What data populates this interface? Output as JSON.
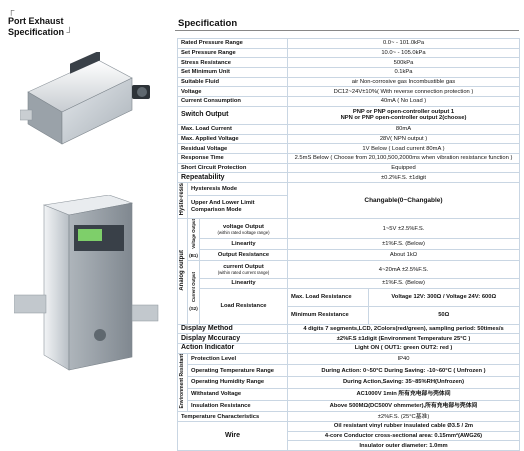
{
  "header": {
    "corner_mark": "┌",
    "title_line1": "Port Exhaust",
    "title_line2": "Specification",
    "title_corner": "┘",
    "spec_heading": "Specification"
  },
  "specs": {
    "rated_pressure": {
      "label": "Rated Pressure Range",
      "value": "0.0~ - 101.0kPa"
    },
    "set_pressure": {
      "label": "Set Pressure Range",
      "value": "10.0~ - 105.0kPa"
    },
    "stress_resistance": {
      "label": "Stress Resistance",
      "value": "500kPa"
    },
    "set_min_unit": {
      "label": "Set Minimum Unit",
      "value": "0.1kPa"
    },
    "fluid": {
      "label": "Suitable Fluid",
      "value": "air   Non-corrosive gas   Incombustible gas"
    },
    "voltage": {
      "label": "Voltage",
      "value": "DC12~24V±10%( With reverse connection protection )"
    },
    "current": {
      "label": "Current Consumption",
      "value": "40mA ( No Load )"
    },
    "switch_output": {
      "label": "Switch Output",
      "type_value": "PNP or PNP open-controller output 1\nNPN or PNP open-controller output 2(choose)",
      "max_load_current": {
        "label": "Max. Load Current",
        "value": "80mA"
      },
      "max_applied_voltage": {
        "label": "Max. Applied Voltage",
        "value": "28V( NPN output )"
      },
      "residual_voltage": {
        "label": "Residual Voltage",
        "value": "1V Below ( Load current 80mA )"
      },
      "response_time": {
        "label": "Response Time",
        "value": "2.5mS Below ( Choose from 20,100,500,2000ms when vibration resistance function )"
      },
      "short_circuit": {
        "label": "Short Circuit Protection",
        "value": "Equipped"
      }
    },
    "repeatability": {
      "label": "Repeatability",
      "value": "±0.2%F.S. ±1digit"
    },
    "hysteresis": {
      "group_label": "Hyste-resis",
      "mode_label": "Hysteresis Mode",
      "comparison_label": "Upper And Lower Limit Comparison Mode",
      "value": "Changable(0~Changable)"
    },
    "analog_output": {
      "group_label": "Analog output",
      "voltage_group": "Voltage Output",
      "current_group": "Current Output",
      "voltage_code": "(B1)",
      "current_code": "(S2)",
      "voltage_output": {
        "label": "voltage Output",
        "sub": "(within rated voltage range)",
        "value": "1~5V ±2.5%F.S."
      },
      "voltage_linearity": {
        "label": "Linearity",
        "value": "±1%F.S. (Below)"
      },
      "output_resistance": {
        "label": "Output Resistance",
        "value": "About 1kΩ"
      },
      "current_output": {
        "label": "current Output",
        "sub": "(within rated current range)",
        "value": "4~20mA ±2.5%F.S."
      },
      "current_linearity": {
        "label": "Linearity",
        "value": "±1%F.S. (Below)"
      },
      "load_resistance": {
        "label": "Load Resistance",
        "max_label": "Max. Load Resistance",
        "max_value": "Voltage 12V: 300Ω  /  Voltage 24V: 600Ω",
        "min_label": "Minimum Resistance",
        "min_value": "50Ω"
      }
    },
    "display_method": {
      "label": "Display Method",
      "value": "4 digits 7 segments,LCD, 2Colors(red/green), sampling period: 50times/s"
    },
    "display_accuracy": {
      "label": "Display Mccuracy",
      "value": "±2%F.S ±1digit (Environment Temperature 25°C )"
    },
    "action_indicator": {
      "label": "Action Indicator",
      "value": "Light ON ( OUT1: green   OUT2: red )"
    },
    "environment": {
      "group_label": "Environment Resistant",
      "protection_level": {
        "label": "Protection Level",
        "value": "IP40"
      },
      "operating_temp": {
        "label": "Operating Temperature Range",
        "value": "During Action: 0~50°C   During Saving: -10~60°C ( Unfrozen )"
      },
      "operating_humidity": {
        "label": "Operating Humidity Range",
        "value": "During Action,Saving: 35~85%RH(Unfrozen)"
      },
      "withstand_voltage": {
        "label": "Withstand Voltage",
        "value": "AC1000V 1min   所有充电部与壳体间"
      },
      "insulation": {
        "label": "Insulation Resistance",
        "value": "Above 500MΩ(DC500V ohmmeter),所有充电部与壳体间"
      }
    },
    "temperature_characteristics": {
      "label": "Temperature Characteristics",
      "value": "±2%F.S. (25°C基准)"
    },
    "wire": {
      "label": "Wire",
      "line1": "Oil resistant vinyl rubber insulated cable Ø3.5  /  2m",
      "line2": "4-core Conductor cross-sectional area: 0.15mm²(AWG26)",
      "line3": "Insulator outer diameter: 1.0mm"
    }
  }
}
